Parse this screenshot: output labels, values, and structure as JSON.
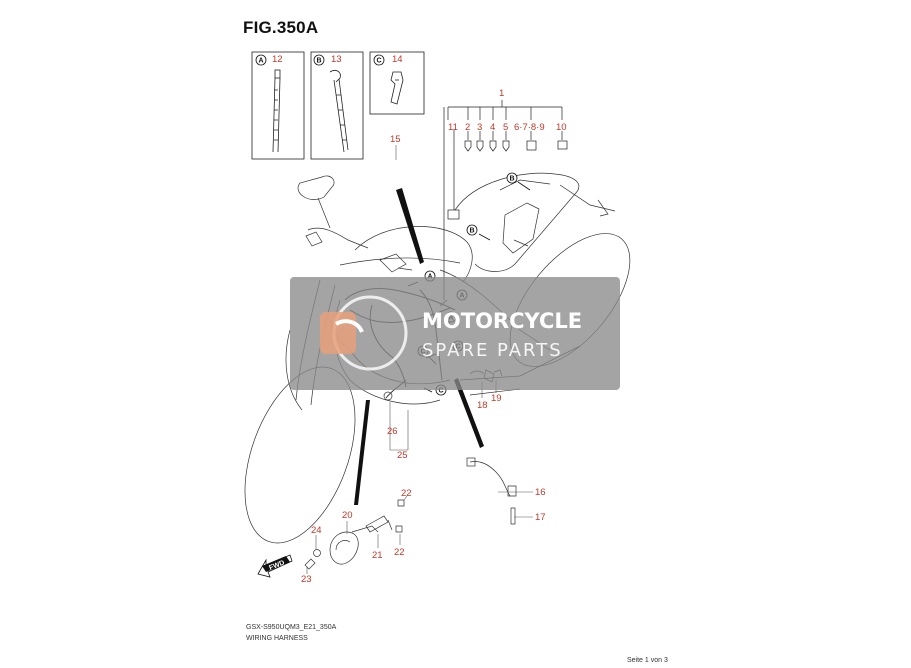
{
  "figure": {
    "title": "FIG.350A",
    "drawing_code": "GSX-S950UQM3_E21_350A",
    "description": "WIRING HARNESS",
    "page_indicator": "Seite 1 von 3"
  },
  "watermark": {
    "line1": "MOTORCYCLE",
    "line2": "SPARE PARTS",
    "color": "#8a8a8a"
  },
  "detail_boxes": [
    {
      "letter": "A",
      "part": "12"
    },
    {
      "letter": "B",
      "part": "13"
    },
    {
      "letter": "C",
      "part": "14"
    }
  ],
  "callouts": {
    "c1": "1",
    "c2": "2",
    "c3": "3",
    "c4": "4",
    "c5": "5",
    "c6789": "6·7·8·9",
    "c10": "10",
    "c11": "11",
    "c15": "15",
    "c16": "16",
    "c17": "17",
    "c18": "18",
    "c19": "19",
    "c20": "20",
    "c21": "21",
    "c22a": "22",
    "c22b": "22",
    "c23": "23",
    "c24": "24",
    "c25": "25",
    "c26": "26"
  },
  "markers": [
    "A",
    "A",
    "A",
    "B",
    "B",
    "C",
    "C",
    "C"
  ],
  "fwd_label": "FWD",
  "accent_color": "#c0392b"
}
